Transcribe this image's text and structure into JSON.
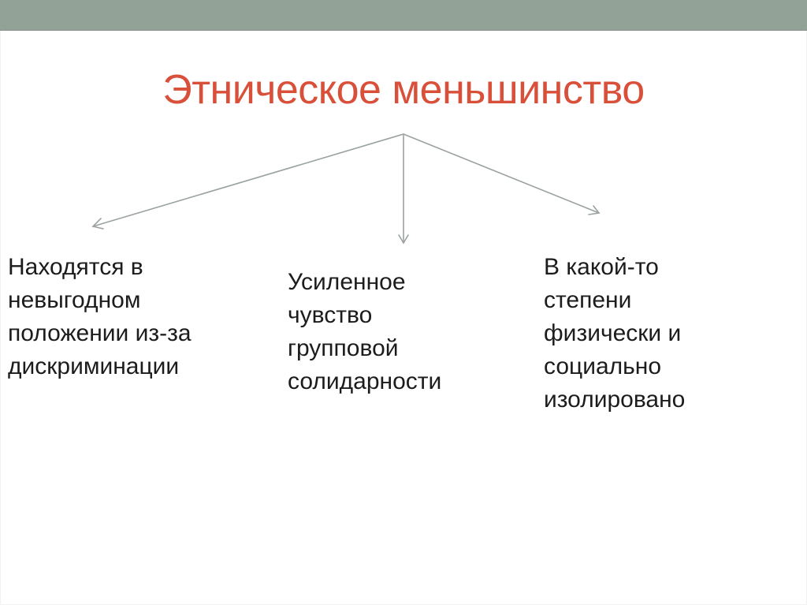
{
  "slide": {
    "title": "Этническое меньшинство",
    "colors": {
      "top_band": "#93a297",
      "title": "#d9503a",
      "arrows": "#9aa39f",
      "body_text": "#1c1c1c"
    }
  },
  "diagram": {
    "root": "Этническое меньшинство",
    "branches": [
      {
        "position": "left",
        "lines": [
          "Находятся в",
          "невыгодном",
          "положении из-за",
          "дискриминации"
        ]
      },
      {
        "position": "middle",
        "lines": [
          "Усиленное",
          "чувство",
          "групповой",
          "солидарности"
        ]
      },
      {
        "position": "right",
        "lines": [
          "В какой-то",
          "степени",
          "физически и",
          "социально",
          "изолировано"
        ]
      }
    ]
  }
}
